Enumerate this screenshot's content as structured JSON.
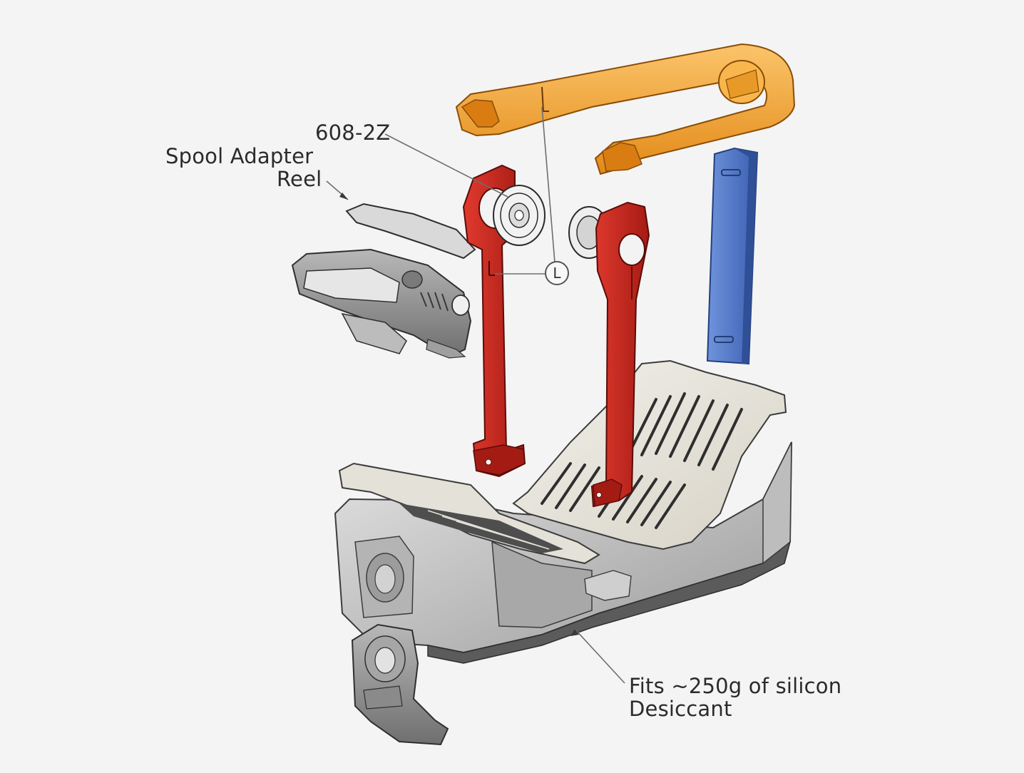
{
  "labels": {
    "bearing": "608-2Z",
    "spool_adapter": "Spool Adapter",
    "reel": "Reel",
    "callout_l": "L",
    "fits_line1": "Fits ~250g of silicon",
    "fits_line2": "Desiccant"
  },
  "colors": {
    "background": "#f4f4f4",
    "yoke": "#f5a43a",
    "arm": "#c8261f",
    "blue_bar": "#4a73c8",
    "gray_part": "#c9c9c9",
    "tray": "#e7e4dc",
    "bearing": "#e8e8e8"
  }
}
